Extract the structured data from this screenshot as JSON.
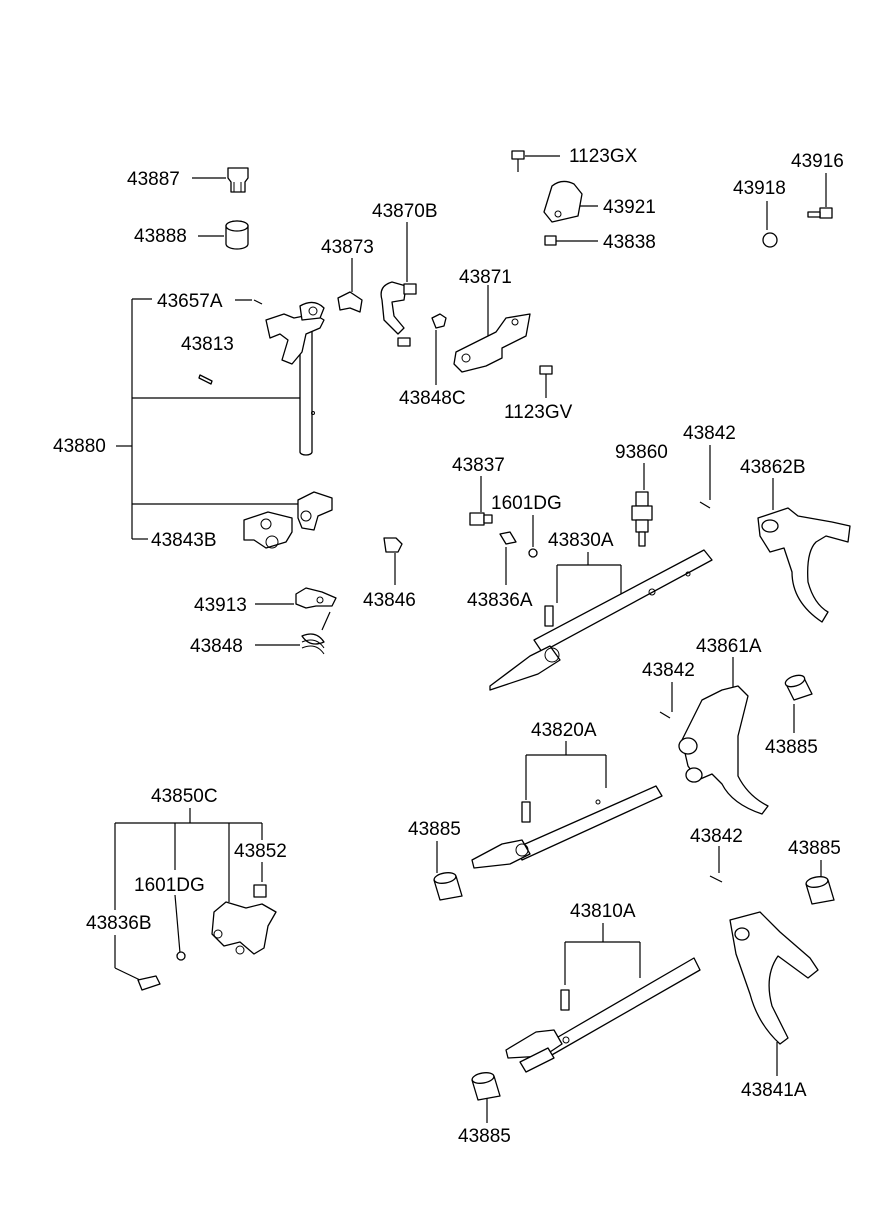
{
  "labels": {
    "p43887": "43887",
    "p43888": "43888",
    "p43657A": "43657A",
    "p43813": "43813",
    "p43880": "43880",
    "p43843B": "43843B",
    "p43873": "43873",
    "p43870B": "43870B",
    "p43848C": "43848C",
    "p43871": "43871",
    "p1123GV": "1123GV",
    "p1123GX": "1123GX",
    "p43921": "43921",
    "p43838": "43838",
    "p43918": "43918",
    "p43916": "43916",
    "p43837": "43837",
    "p1601DG_a": "1601DG",
    "p93860": "93860",
    "p43842_a": "43842",
    "p43862B": "43862B",
    "p43830A": "43830A",
    "p43836A": "43836A",
    "p43846": "43846",
    "p43913": "43913",
    "p43848": "43848",
    "p43842_b": "43842",
    "p43861A": "43861A",
    "p43885_a": "43885",
    "p43820A": "43820A",
    "p43885_b": "43885",
    "p43850C": "43850C",
    "p43852": "43852",
    "p1601DG_b": "1601DG",
    "p43836B": "43836B",
    "p43842_c": "43842",
    "p43885_c": "43885",
    "p43810A": "43810A",
    "p43841A": "43841A",
    "p43885_d": "43885"
  }
}
